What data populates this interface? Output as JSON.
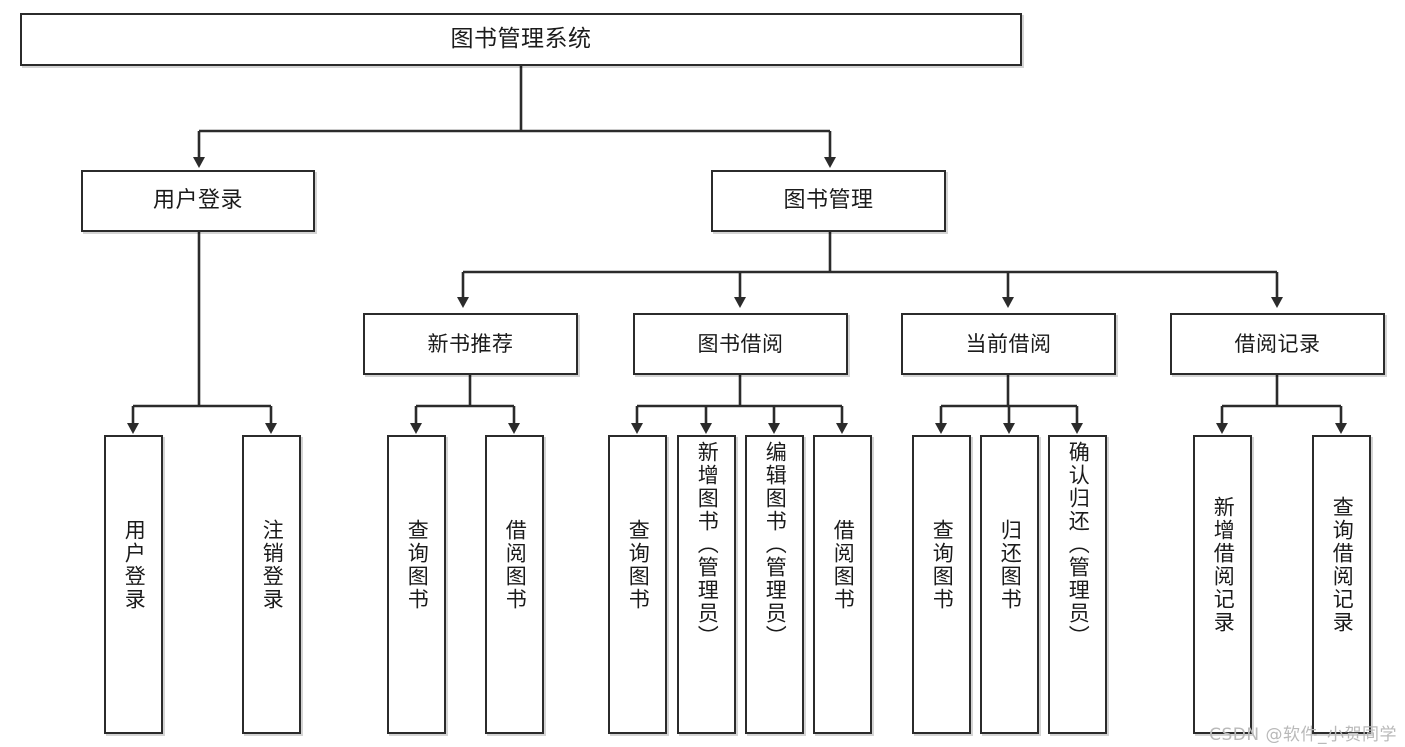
{
  "diagram": {
    "type": "tree-hierarchy",
    "title": "图书管理系统",
    "watermark": "CSDN @软件_小贺同学",
    "root": {
      "label": "图书管理系统"
    },
    "level2": [
      {
        "label": "用户登录"
      },
      {
        "label": "图书管理"
      }
    ],
    "level3": [
      {
        "label": "新书推荐"
      },
      {
        "label": "图书借阅"
      },
      {
        "label": "当前借阅"
      },
      {
        "label": "借阅记录"
      }
    ],
    "leaves": {
      "user_login": [
        {
          "label": "用户登录"
        },
        {
          "label": "注销登录"
        }
      ],
      "new_book": [
        {
          "label": "查询图书"
        },
        {
          "label": "借阅图书"
        }
      ],
      "book_borrow": [
        {
          "label": "查询图书"
        },
        {
          "label": "新增图书（管理员）"
        },
        {
          "label": "编辑图书（管理员）"
        },
        {
          "label": "借阅图书"
        }
      ],
      "current_borrow": [
        {
          "label": "查询图书"
        },
        {
          "label": "归还图书"
        },
        {
          "label": "确认归还（管理员）"
        }
      ],
      "borrow_record": [
        {
          "label": "新增借阅记录"
        },
        {
          "label": "查询借阅记录"
        }
      ]
    },
    "colors": {
      "stroke": "#2b2b2b",
      "fill": "#ffffff",
      "text": "#1b1b1b",
      "watermark": "#b9b9b9"
    }
  }
}
